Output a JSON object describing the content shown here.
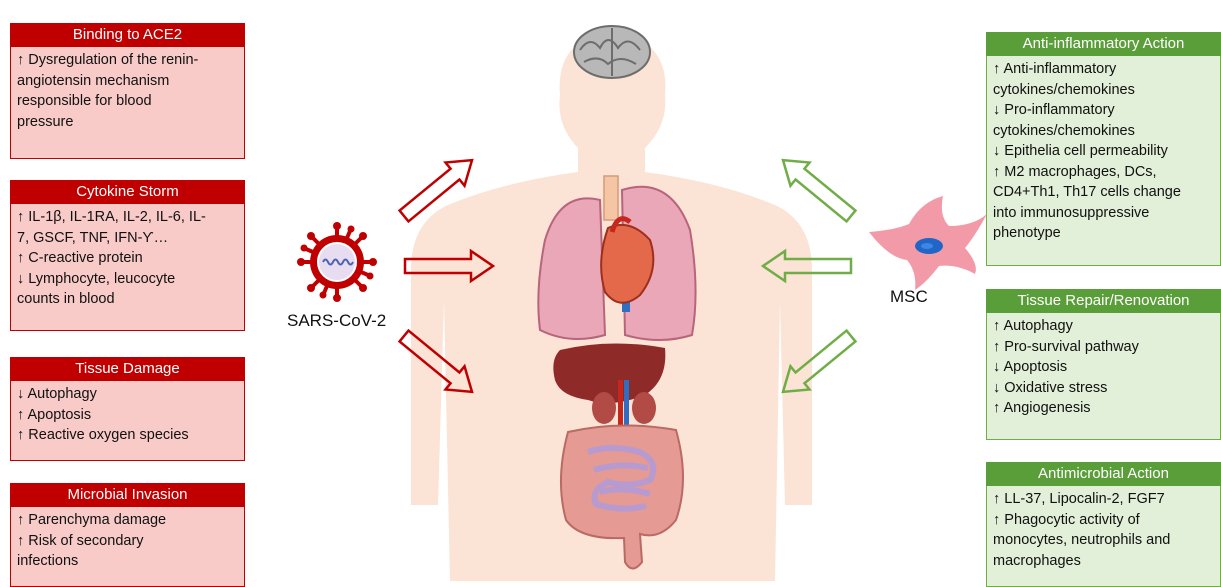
{
  "left_boxes": [
    {
      "title": "Binding to ACE2",
      "lines": [
        "↑ Dysregulation of the renin-",
        "angiotensin mechanism",
        "responsible for blood",
        "pressure"
      ]
    },
    {
      "title": "Cytokine Storm",
      "lines": [
        "↑ IL-1β, IL-1RA, IL-2, IL-6, IL-",
        "7, GSCF, TNF, IFN-ϒ…",
        "↑ C-reactive protein",
        "↓ Lymphocyte, leucocyte",
        "counts in blood"
      ]
    },
    {
      "title": "Tissue Damage",
      "lines": [
        "↓ Autophagy",
        "↑ Apoptosis",
        "↑ Reactive oxygen species"
      ]
    },
    {
      "title": "Microbial Invasion",
      "lines": [
        "↑  Parenchyma damage",
        "↑  Risk of secondary",
        "infections"
      ]
    }
  ],
  "right_boxes": [
    {
      "title": "Anti-inflammatory Action",
      "lines": [
        "↑ Anti-inflammatory",
        "cytokines/chemokines",
        "↓ Pro-inflammatory",
        "cytokines/chemokines",
        "↓ Epithelia cell permeability",
        "↑ M2 macrophages, DCs,",
        "CD4+Th1, Th17 cells change",
        "into immunosuppressive",
        "phenotype"
      ]
    },
    {
      "title": "Tissue Repair/Renovation",
      "lines": [
        "↑ Autophagy",
        "↑ Pro-survival pathway",
        "↓ Apoptosis",
        "↓ Oxidative stress",
        "↑ Angiogenesis"
      ]
    },
    {
      "title": "Antimicrobial Action",
      "lines": [
        "↑ LL-37, Lipocalin-2, FGF7",
        "↑ Phagocytic activity of",
        "monocytes, neutrophils and",
        "macrophages"
      ]
    }
  ],
  "labels": {
    "virus": "SARS-CoV-2",
    "msc": "MSC"
  },
  "colors": {
    "red_header": "#c00000",
    "red_fill": "#f8cbc9",
    "green_header": "#5a9e3a",
    "green_fill": "#e2efd9",
    "body_skin": "#fbe3d6"
  }
}
